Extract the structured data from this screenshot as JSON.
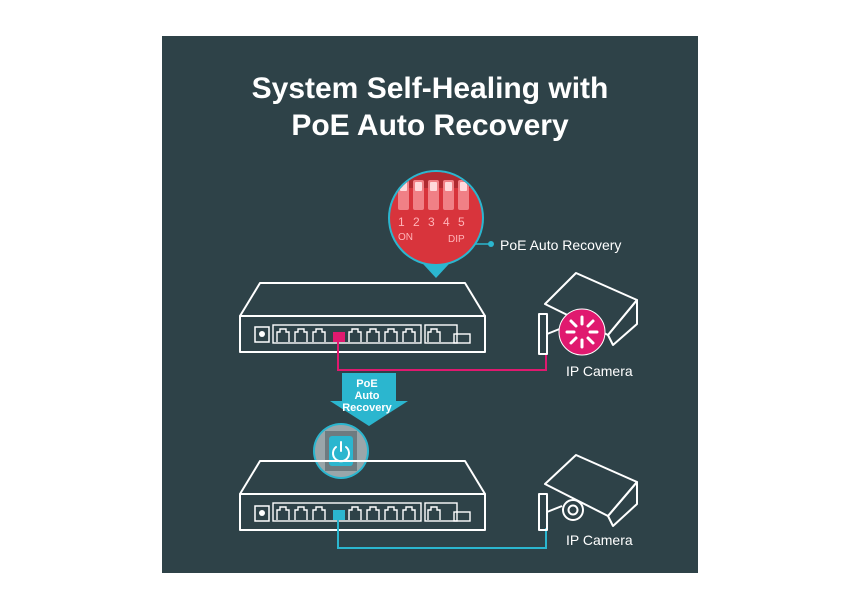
{
  "title": {
    "line1": "System Self-Healing with",
    "line2": "PoE Auto Recovery"
  },
  "dip_switch": {
    "numbers": [
      "1",
      "2",
      "3",
      "4",
      "5"
    ],
    "on_label": "ON",
    "dip_label": "DIP"
  },
  "labels": {
    "poe_auto_recovery": "PoE Auto Recovery",
    "camera_top": "IP Camera",
    "camera_bottom": "IP Camera"
  },
  "arrow": {
    "line1": "PoE",
    "line2": "Auto",
    "line3": "Recovery"
  },
  "colors": {
    "background": "#2e4248",
    "accent_magenta": "#e0196f",
    "accent_cyan": "#2bb6cf",
    "dip_red": "#d8343c",
    "outline": "#ffffff"
  },
  "icons": [
    "dip-switch-icon",
    "network-switch-icon",
    "ip-camera-icon",
    "power-icon",
    "error-burst-icon"
  ]
}
